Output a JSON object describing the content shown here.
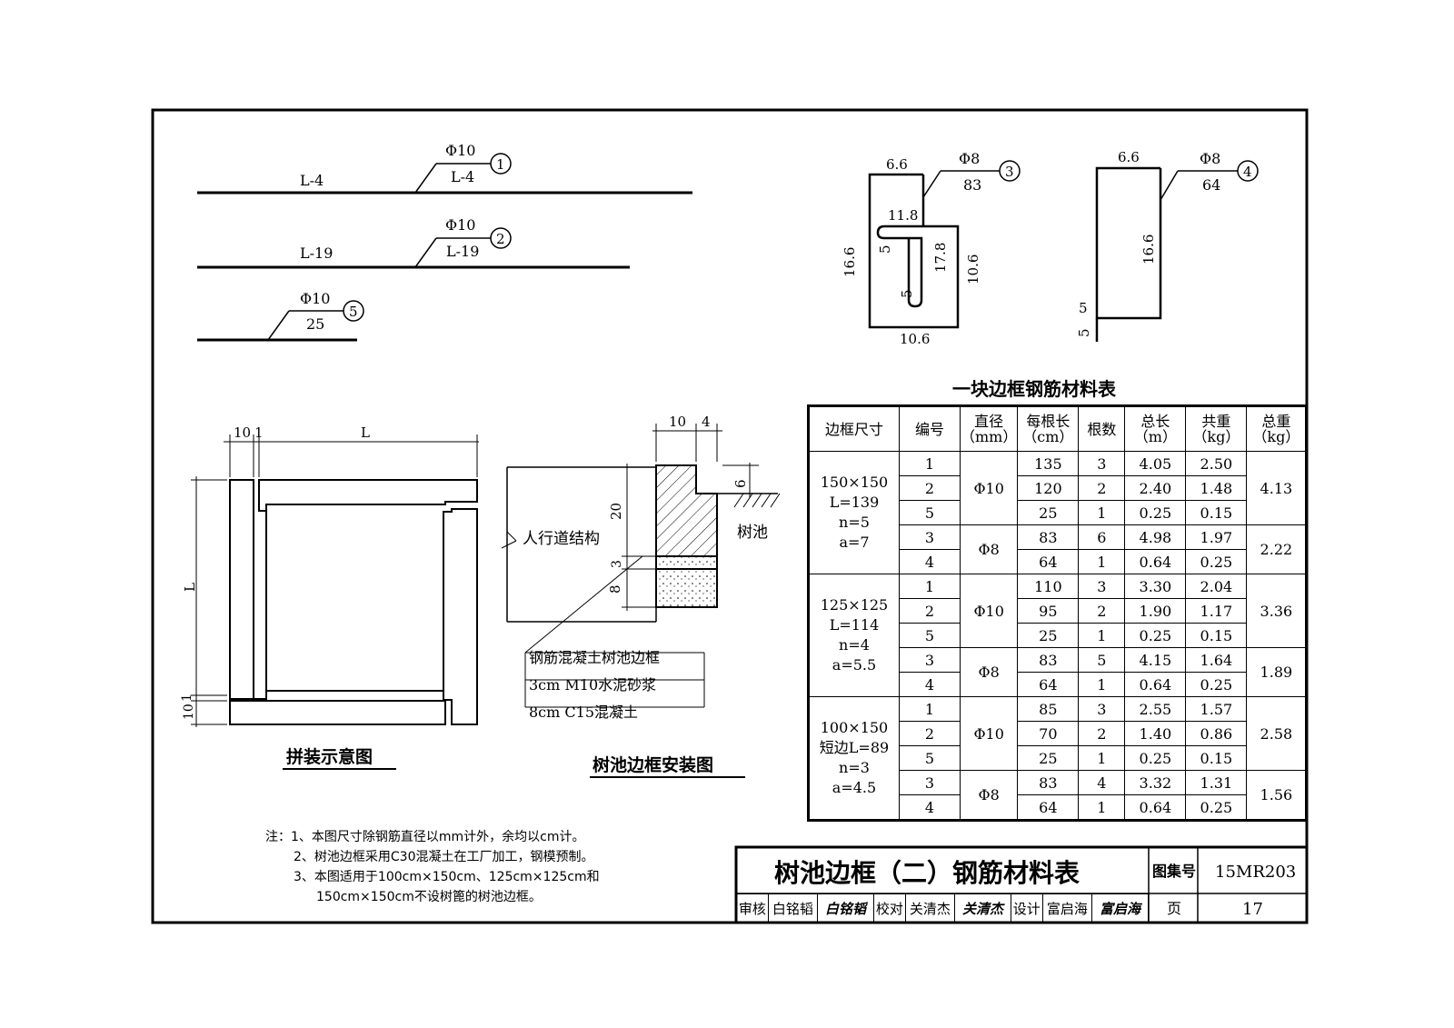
{
  "rebars": {
    "r1": {
      "dia": "Φ10",
      "len": "L-4",
      "num": "1",
      "label": "L-4"
    },
    "r2": {
      "dia": "Φ10",
      "len": "L-19",
      "num": "2",
      "label": "L-19"
    },
    "r5": {
      "dia": "Φ10",
      "len": "25",
      "num": "5"
    },
    "r3": {
      "dia": "Φ8",
      "len": "83",
      "num": "3",
      "top": "6.6",
      "hook1": "11.8",
      "hook2": "5",
      "inner": "17.8",
      "right": "10.6",
      "left": "16.6",
      "tail": "5",
      "bottom": "10.6"
    },
    "r4": {
      "dia": "Φ8",
      "len": "64",
      "num": "4",
      "top": "6.6",
      "left": "16.6",
      "foot1": "5",
      "foot2": "5"
    }
  },
  "assembly": {
    "caption": "拼装示意图",
    "dim_10": "10",
    "dim_1": "1",
    "dim_L": "L",
    "dim_L_side": "L",
    "dim_10b": "10",
    "dim_1b": "1"
  },
  "install": {
    "caption": "树池边框安装图",
    "dim_10": "10",
    "dim_4": "4",
    "dim_6": "6",
    "dim_20": "20",
    "dim_3": "3",
    "dim_8": "8",
    "label_walk": "人行道结构",
    "label_pit": "树池",
    "layers": [
      "钢筋混凝土树池边框",
      "3cm M10水泥砂浆",
      "8cm C15混凝土"
    ]
  },
  "table": {
    "title": "一块边框钢筋材料表",
    "headers": [
      [
        "边框尺寸"
      ],
      [
        "编号"
      ],
      [
        "直径",
        "（mm）"
      ],
      [
        "每根长",
        "（cm）"
      ],
      [
        "根数"
      ],
      [
        "总长",
        "（m）"
      ],
      [
        "共重",
        "（kg）"
      ],
      [
        "总重",
        "（kg）"
      ]
    ],
    "groups": [
      {
        "size": [
          "150×150",
          "L=139",
          "n=5",
          "a=7"
        ],
        "rows": [
          [
            "1",
            "Φ10",
            "135",
            "3",
            "4.05",
            "2.50"
          ],
          [
            "2",
            "",
            "120",
            "2",
            "2.40",
            "1.48"
          ],
          [
            "5",
            "",
            "25",
            "1",
            "0.25",
            "0.15"
          ],
          [
            "3",
            "Φ8",
            "83",
            "6",
            "4.98",
            "1.97"
          ],
          [
            "4",
            "",
            "64",
            "1",
            "0.64",
            "0.25"
          ]
        ],
        "totals": [
          "4.13",
          "2.22"
        ]
      },
      {
        "size": [
          "125×125",
          "L=114",
          "n=4",
          "a=5.5"
        ],
        "rows": [
          [
            "1",
            "Φ10",
            "110",
            "3",
            "3.30",
            "2.04"
          ],
          [
            "2",
            "",
            "95",
            "2",
            "1.90",
            "1.17"
          ],
          [
            "5",
            "",
            "25",
            "1",
            "0.25",
            "0.15"
          ],
          [
            "3",
            "Φ8",
            "83",
            "5",
            "4.15",
            "1.64"
          ],
          [
            "4",
            "",
            "64",
            "1",
            "0.64",
            "0.25"
          ]
        ],
        "totals": [
          "3.36",
          "1.89"
        ]
      },
      {
        "size": [
          "100×150",
          "短边L=89",
          "n=3",
          "a=4.5"
        ],
        "rows": [
          [
            "1",
            "Φ10",
            "85",
            "3",
            "2.55",
            "1.57"
          ],
          [
            "2",
            "",
            "70",
            "2",
            "1.40",
            "0.86"
          ],
          [
            "5",
            "",
            "25",
            "1",
            "0.25",
            "0.15"
          ],
          [
            "3",
            "Φ8",
            "83",
            "4",
            "3.32",
            "1.31"
          ],
          [
            "4",
            "",
            "64",
            "1",
            "0.64",
            "0.25"
          ]
        ],
        "totals": [
          "2.58",
          "1.56"
        ]
      }
    ]
  },
  "notes": [
    "注：1、本图尺寸除钢筋直径以mm计外，余均以cm计。",
    "2、树池边框采用C30混凝土在工厂加工，钢模预制。",
    "3、本图适用于100cm×150cm、125cm×125cm和",
    "150cm×150cm不设树篦的树池边框。"
  ],
  "titleblock": {
    "title": "树池边框（二）钢筋材料表",
    "atlas_label": "图集号",
    "atlas_no": "15MR203",
    "page_label": "页",
    "page_no": "17",
    "review_label": "审核",
    "review_name": "白铭韬",
    "review_sig": "白铭韬",
    "check_label": "校对",
    "check_name": "关清杰",
    "check_sig": "关清杰",
    "design_label": "设计",
    "design_name": "富启海",
    "design_sig": "富启海"
  }
}
